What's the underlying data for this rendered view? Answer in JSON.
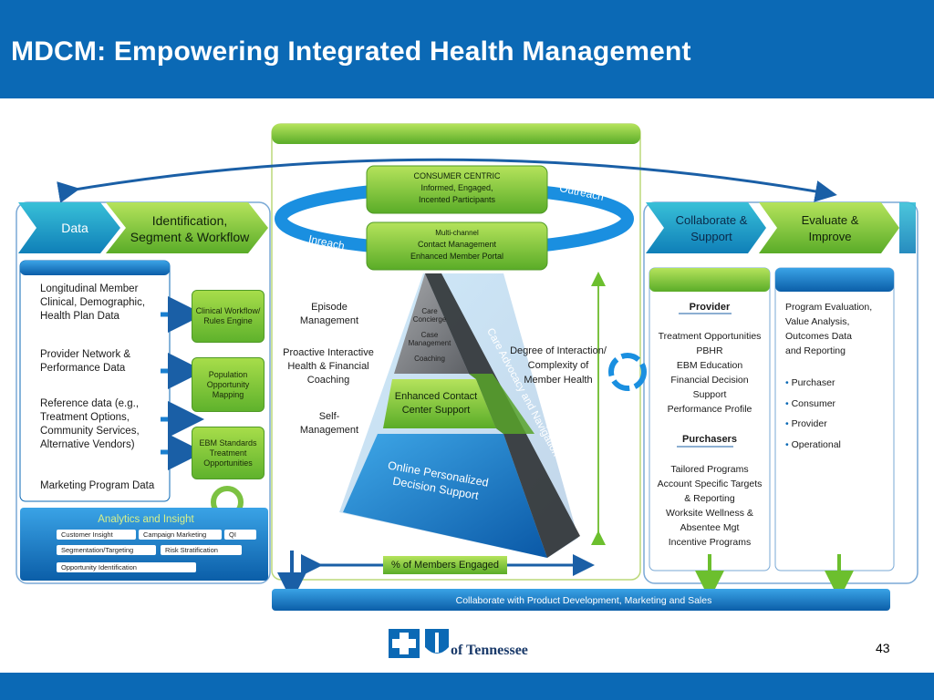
{
  "header": {
    "title": "MDCM:  Empowering Integrated Health Management"
  },
  "chevrons": {
    "data": "Data",
    "identification": [
      "Identification,",
      "Segment & Workflow"
    ],
    "collaborate": [
      "Collaborate &",
      "Support"
    ],
    "evaluate": [
      "Evaluate &",
      "Improve"
    ]
  },
  "left_panel": {
    "items": [
      [
        "Longitudinal Member",
        "Clinical, Demographic,",
        "Health Plan Data"
      ],
      [
        "Provider Network  &",
        "Performance Data"
      ],
      [
        "Reference data (e.g.,",
        "Treatment Options,",
        "Community Services,",
        "Alternative Vendors)"
      ],
      [
        "Marketing Program Data"
      ]
    ],
    "buttons": [
      [
        "Clinical Workflow/",
        "Rules Engine"
      ],
      [
        "Population",
        "Opportunity",
        "Mapping"
      ],
      [
        "EBM Standards",
        "Treatment",
        "Opportunities"
      ]
    ]
  },
  "analytics": {
    "title": "Analytics and Insight",
    "chips": [
      "Customer Insight",
      "Campaign Marketing",
      "QI",
      "Segmentation/Targeting",
      "Risk Stratification",
      "Opportunity Identification"
    ]
  },
  "center": {
    "consumer_box": [
      "CONSUMER CENTRIC",
      "Informed, Engaged,",
      "Incented Participants"
    ],
    "contact_box": [
      "Multi-channel",
      "Contact Management",
      "Enhanced Member Portal"
    ],
    "outreach": "Outreach",
    "inreach": "Inreach",
    "left_labels": {
      "episode": [
        "Episode",
        "Management"
      ],
      "proactive": [
        "Proactive Interactive",
        "Health & Financial",
        "Coaching"
      ],
      "self": [
        "Self-",
        "Management"
      ]
    },
    "pyramid": {
      "top": [
        "Care",
        "Concierge"
      ],
      "top2": [
        "Case",
        "Management"
      ],
      "top3": "Coaching",
      "middle": [
        "Enhanced Contact",
        "Center Support"
      ],
      "bottom": [
        "Online Personalized",
        "Decision Support"
      ],
      "side": "Care Advocacy and Navigation"
    },
    "degree": [
      "Degree of Interaction/",
      "Complexity of",
      "Member Health"
    ],
    "engaged": "% of Members Engaged"
  },
  "provider_panel": {
    "provider_heading": "Provider",
    "provider_items": [
      "Treatment Opportunities",
      "PBHR",
      "EBM Education",
      "Financial Decision",
      "Support",
      "Performance Profile"
    ],
    "purchasers_heading": "Purchasers",
    "purchaser_items": [
      "Tailored Programs",
      "Account Specific Targets",
      "& Reporting",
      "Worksite Wellness &",
      "Absentee Mgt",
      "Incentive Programs"
    ]
  },
  "evaluate_panel": {
    "lines": [
      "Program Evaluation,",
      "Value Analysis,",
      "Outcomes Data",
      "and Reporting"
    ],
    "bullets": [
      "Purchaser",
      "Consumer",
      "Provider",
      "Operational"
    ]
  },
  "bottom_bar": "Collaborate with Product Development, Marketing and Sales",
  "logo": {
    "text": "of Tennessee"
  },
  "page_number": "43",
  "colors": {
    "blue": "#0b69b5",
    "green": "#7cc242",
    "dark_blue": "#1a5fa6"
  }
}
